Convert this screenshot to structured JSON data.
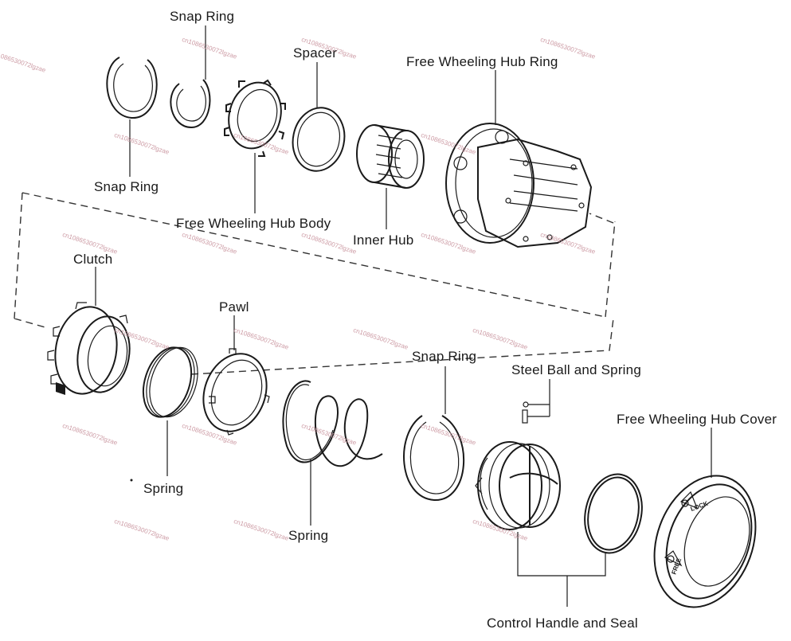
{
  "diagram": {
    "title": "Free Wheeling Hub Exploded View",
    "labels": {
      "snap_ring_1": "Snap Ring",
      "snap_ring_2": "Snap Ring",
      "spacer": "Spacer",
      "hub_ring": "Free Wheeling Hub Ring",
      "hub_body": "Free Wheeling Hub Body",
      "inner_hub": "Inner Hub",
      "clutch": "Clutch",
      "pawl": "Pawl",
      "spring_1": "Spring",
      "spring_2": "Spring",
      "snap_ring_3": "Snap Ring",
      "steel_ball": "Steel Ball and Spring",
      "hub_cover": "Free Wheeling Hub Cover",
      "control_handle": "Control Handle and Seal"
    },
    "cover_markings": {
      "lock": "LOCK",
      "free": "FREE"
    },
    "watermark": "cn1086530072lgzae"
  }
}
